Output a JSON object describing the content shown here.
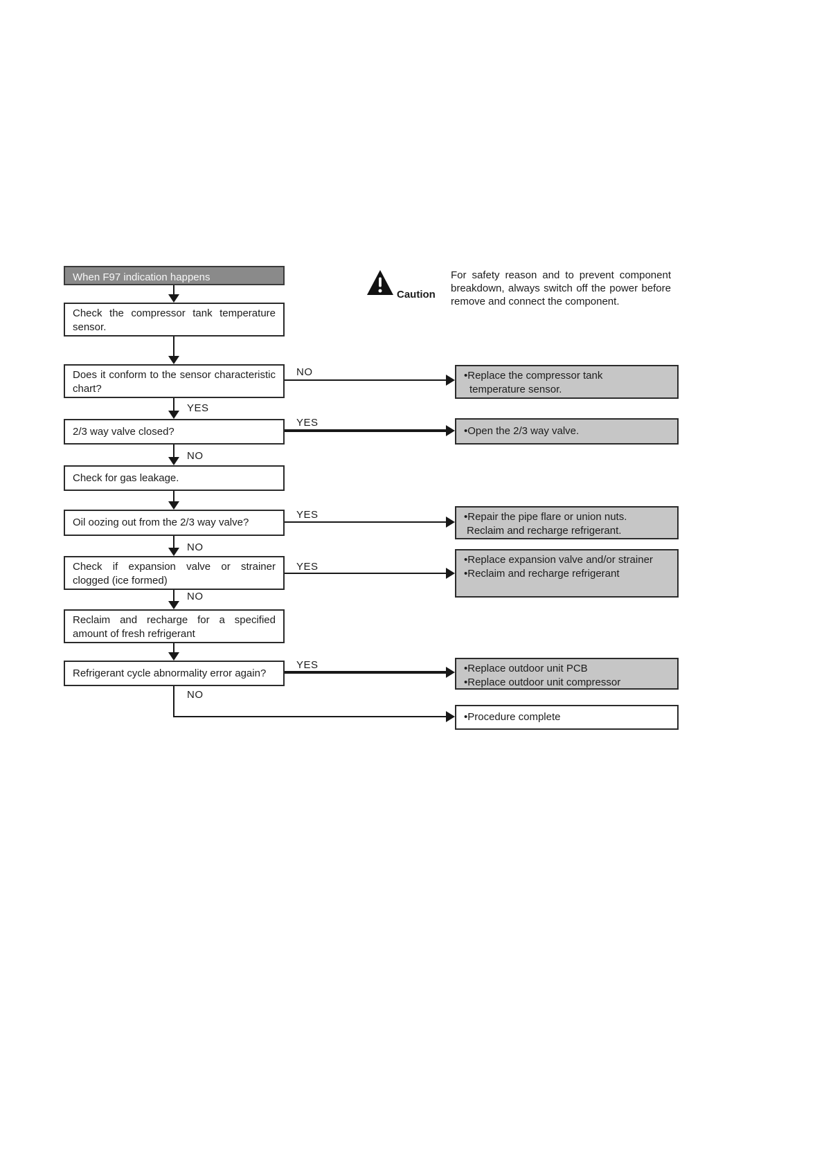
{
  "caution": {
    "label": "Caution",
    "text": "For safety reason and to prevent component breakdown, always switch off the power before remove and connect the component."
  },
  "flow": {
    "nodes": {
      "start": "When F97 indication happens",
      "check_sensor": "Check the compressor tank temperature sensor.",
      "q_conform": "Does it conform to the sensor characteristic chart?",
      "q_valve_closed": "2/3 way valve closed?",
      "check_gas": "Check for gas leakage.",
      "q_oil": "Oil oozing out from the 2/3 way valve?",
      "q_clogged": "Check if expansion valve or strainer clogged (ice formed)",
      "reclaim": "Reclaim and recharge for a specified amount of fresh refrigerant",
      "q_cycle_error": "Refrigerant cycle abnormality error again?"
    },
    "labels": {
      "yes": "YES",
      "no": "NO"
    },
    "actions": {
      "replace_sensor": {
        "line1": "•Replace the compressor tank",
        "line2": "temperature sensor."
      },
      "open_valve": {
        "line1": "•Open the 2/3 way valve."
      },
      "repair_pipe": {
        "line1": "•Repair the pipe flare or union nuts.",
        "line2": "Reclaim and recharge refrigerant."
      },
      "replace_expansion": {
        "line1": "•Replace expansion valve and/or strainer",
        "line2": "•Reclaim and recharge refrigerant"
      },
      "replace_pcb": {
        "line1": "•Replace outdoor unit PCB",
        "line2": "•Replace outdoor unit compressor"
      },
      "complete": {
        "line1": "•Procedure complete"
      }
    }
  },
  "colors": {
    "header_bg": "#8a8a8a",
    "action_bg": "#c6c6c6",
    "line": "#181818"
  }
}
